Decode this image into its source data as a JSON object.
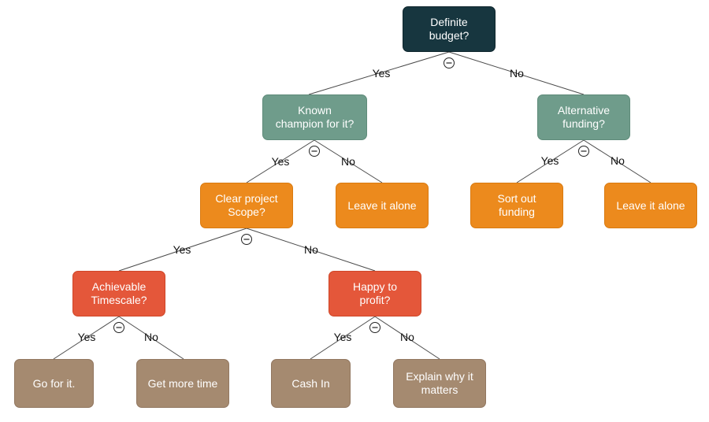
{
  "nodes": {
    "definite_budget": {
      "label": "Definite\nbudget?",
      "color": "#17363f"
    },
    "known_champion": {
      "label": "Known\nchampion for it?",
      "color": "#6f9c8b"
    },
    "alternative_funding": {
      "label": "Alternative\nfunding?",
      "color": "#6f9c8b"
    },
    "clear_scope": {
      "label": "Clear project\nScope?",
      "color": "#ec8a1d"
    },
    "leave_alone_1": {
      "label": "Leave it alone",
      "color": "#ec8a1d"
    },
    "sort_out_funding": {
      "label": "Sort out\nfunding",
      "color": "#ec8a1d"
    },
    "leave_alone_2": {
      "label": "Leave it alone",
      "color": "#ec8a1d"
    },
    "achievable_timescale": {
      "label": "Achievable\nTimescale?",
      "color": "#e4573a"
    },
    "happy_to_profit": {
      "label": "Happy to\nprofit?",
      "color": "#e4573a"
    },
    "go_for_it": {
      "label": "Go for it.",
      "color": "#a58a70"
    },
    "get_more_time": {
      "label": "Get more time",
      "color": "#a58a70"
    },
    "cash_in": {
      "label": "Cash In",
      "color": "#a58a70"
    },
    "explain_why": {
      "label": "Explain why it\nmatters",
      "color": "#a58a70"
    }
  },
  "edges": {
    "budget_yes": {
      "from": "definite_budget",
      "to": "known_champion",
      "label": "Yes"
    },
    "budget_no": {
      "from": "definite_budget",
      "to": "alternative_funding",
      "label": "No"
    },
    "champion_yes": {
      "from": "known_champion",
      "to": "clear_scope",
      "label": "Yes"
    },
    "champion_no": {
      "from": "known_champion",
      "to": "leave_alone_1",
      "label": "No"
    },
    "funding_yes": {
      "from": "alternative_funding",
      "to": "sort_out_funding",
      "label": "Yes"
    },
    "funding_no": {
      "from": "alternative_funding",
      "to": "leave_alone_2",
      "label": "No"
    },
    "scope_yes": {
      "from": "clear_scope",
      "to": "achievable_timescale",
      "label": "Yes"
    },
    "scope_no": {
      "from": "clear_scope",
      "to": "happy_to_profit",
      "label": "No"
    },
    "timescale_yes": {
      "from": "achievable_timescale",
      "to": "go_for_it",
      "label": "Yes"
    },
    "timescale_no": {
      "from": "achievable_timescale",
      "to": "get_more_time",
      "label": "No"
    },
    "profit_yes": {
      "from": "happy_to_profit",
      "to": "cash_in",
      "label": "Yes"
    },
    "profit_no": {
      "from": "happy_to_profit",
      "to": "explain_why",
      "label": "No"
    }
  }
}
